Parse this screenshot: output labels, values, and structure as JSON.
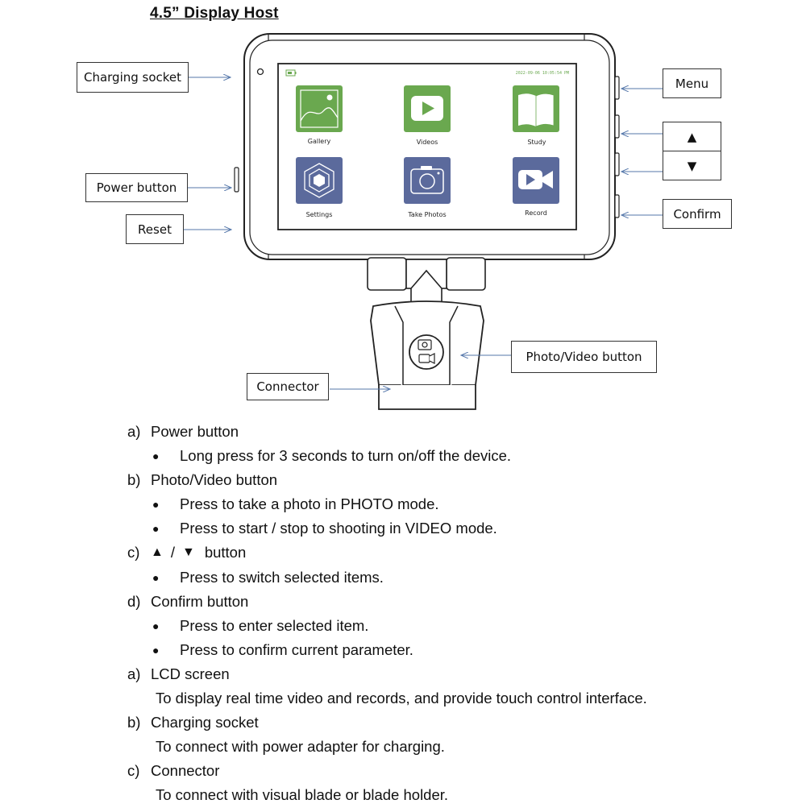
{
  "title": "4.5” Display Host",
  "screen": {
    "status_time": "2022-09-06 10:05:54 PM",
    "apps": [
      {
        "label": "Gallery",
        "icon": "gallery-icon",
        "color": "#6aa84f"
      },
      {
        "label": "Videos",
        "icon": "videos-icon",
        "color": "#6aa84f"
      },
      {
        "label": "Study",
        "icon": "study-icon",
        "color": "#6aa84f"
      },
      {
        "label": "Settings",
        "icon": "settings-icon",
        "color": "#5b6a9c"
      },
      {
        "label": "Take Photos",
        "icon": "camera-icon",
        "color": "#5b6a9c"
      },
      {
        "label": "Record",
        "icon": "record-icon",
        "color": "#5b6a9c"
      }
    ]
  },
  "callouts": {
    "charging_socket": "Charging socket",
    "power_button": "Power button",
    "reset": "Reset",
    "menu": "Menu",
    "up": "▲",
    "down": "▼",
    "confirm": "Confirm",
    "photo_video": "Photo/Video button",
    "connector": "Connector"
  },
  "doc": {
    "items": [
      {
        "letter": "a)",
        "text": "Power button",
        "bullets": [
          "Long press for 3 seconds to turn on/off the device."
        ]
      },
      {
        "letter": "b)",
        "text": "Photo/Video button",
        "bullets": [
          "Press to take a photo in PHOTO mode.",
          "Press to start / stop to shooting in VIDEO mode."
        ]
      },
      {
        "letter": "c)",
        "text_up": "▲",
        "text_sep": "/",
        "text_down": "▼",
        "text_tail": "button",
        "bullets": [
          "Press to switch selected items."
        ]
      },
      {
        "letter": "d)",
        "text": "Confirm button",
        "bullets": [
          "Press to enter selected item.",
          "Press to confirm current parameter."
        ]
      },
      {
        "letter": "a)",
        "text": "LCD screen",
        "desc": "To display real time video and records, and provide touch control interface."
      },
      {
        "letter": "b)",
        "text": "Charging socket",
        "desc": "To connect with power adapter for charging."
      },
      {
        "letter": "c)",
        "text": "Connector",
        "desc": "To connect with visual blade or blade holder."
      }
    ]
  }
}
